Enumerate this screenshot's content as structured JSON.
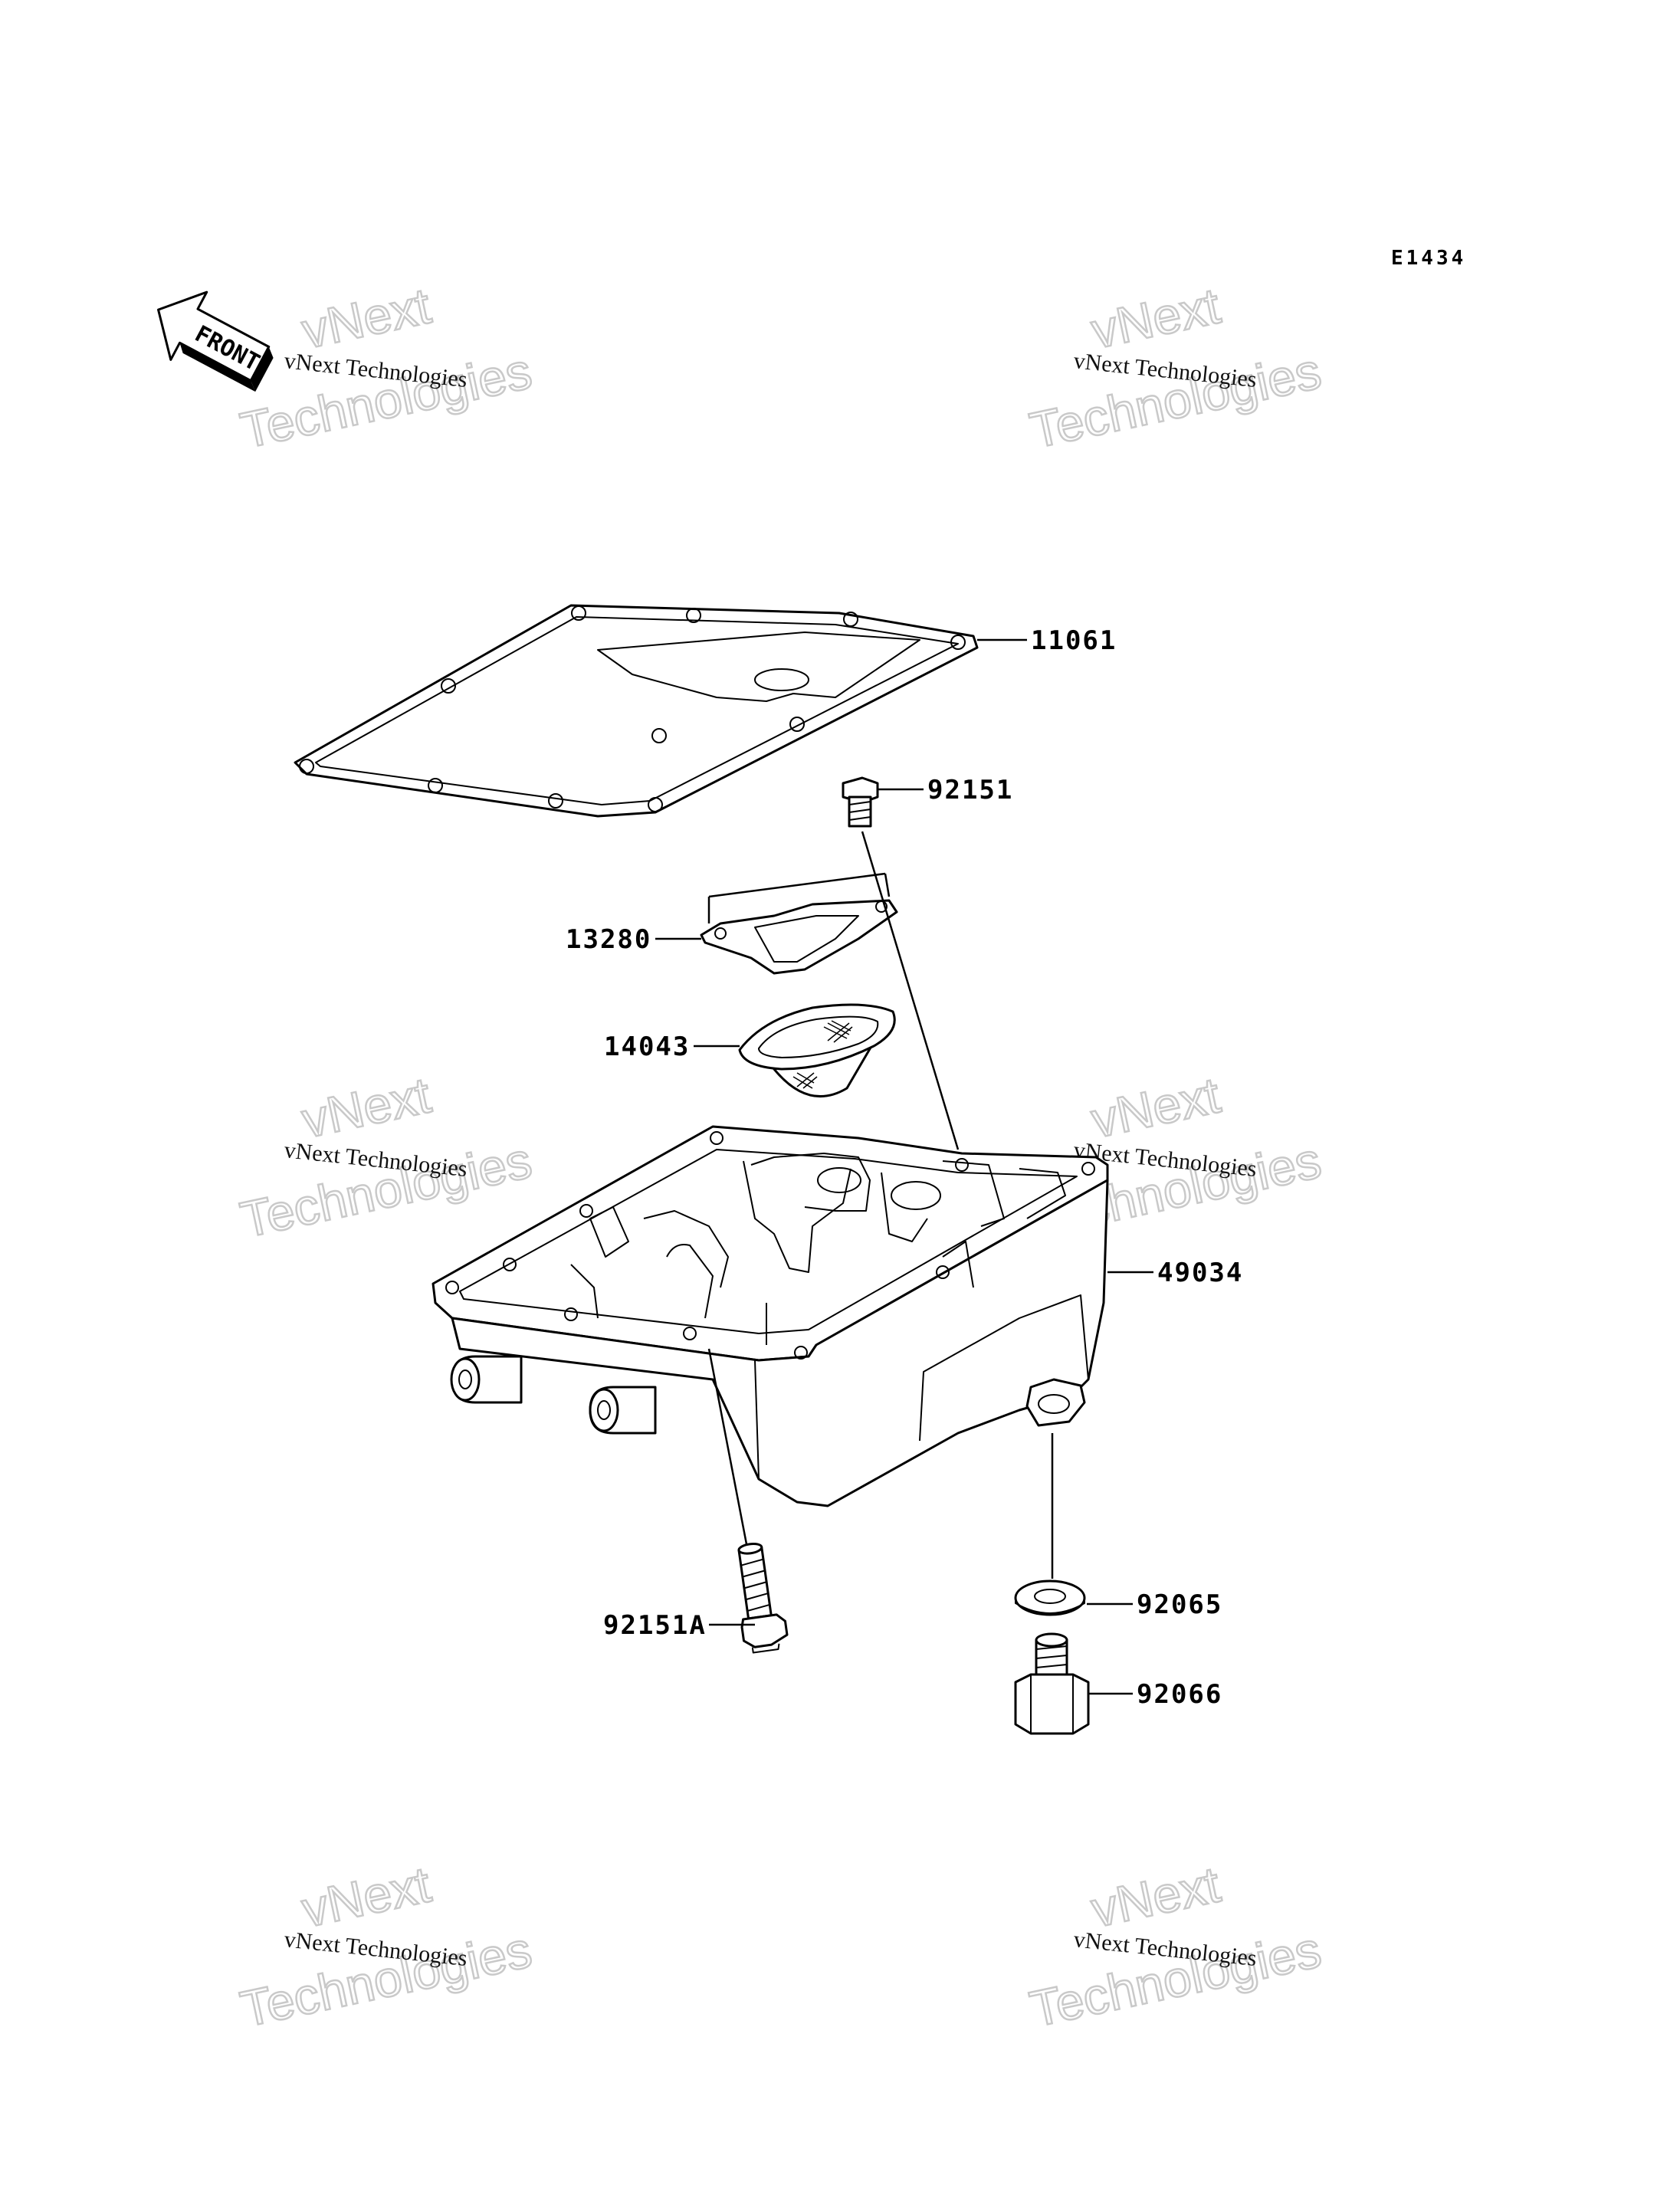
{
  "diagram_code": "E1434",
  "front_label": "FRONT",
  "watermark": {
    "small": "vNext Technologies",
    "big_top": "vNext",
    "big_bottom": "Technologies"
  },
  "parts": {
    "gasket": "11061",
    "bolt_upper": "92151",
    "strainer_gasket": "13280",
    "oil_strainer": "14043",
    "oil_pan": "49034",
    "washer": "92065",
    "drain_plug": "92066",
    "bolt_lower": "92151A"
  }
}
